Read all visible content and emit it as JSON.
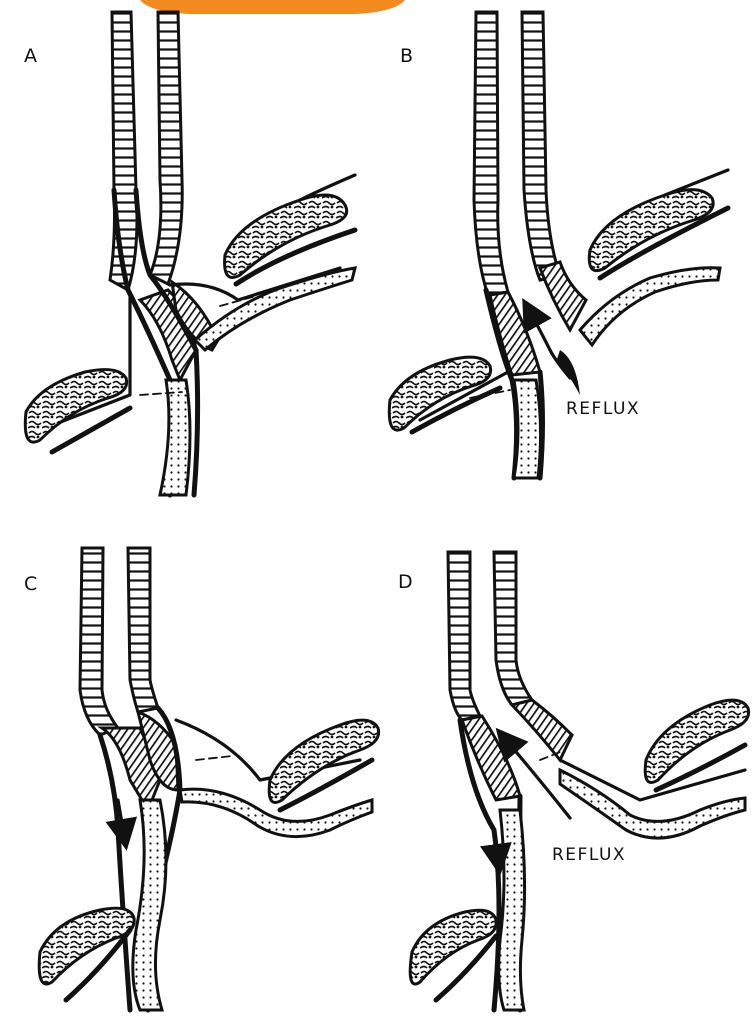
{
  "panels": [
    {
      "label": "A"
    },
    {
      "label": "B",
      "annotation": "REFLUX"
    },
    {
      "label": "C"
    },
    {
      "label": "D",
      "annotation": "REFLUX"
    }
  ],
  "colors": {
    "ink": "#111111",
    "paper": "#ffffff",
    "accent_top": "#f28a1e"
  }
}
